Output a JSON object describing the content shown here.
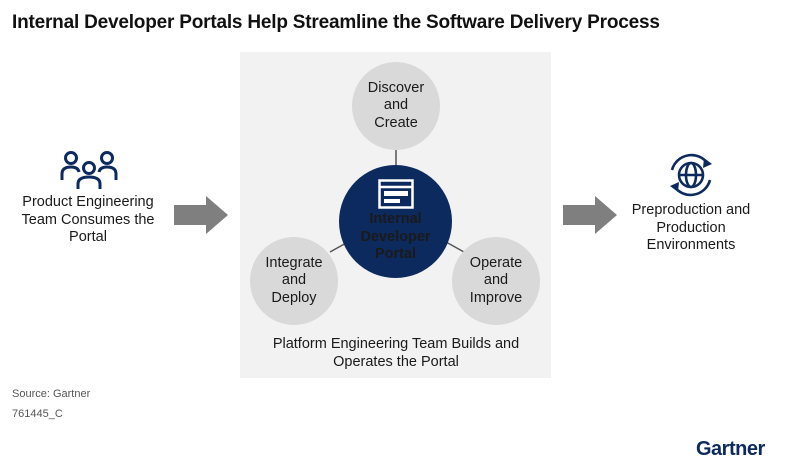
{
  "title": "Internal Developer Portals Help Streamline the Software Delivery Process",
  "consumer": {
    "icon": "people-group-icon",
    "label": "Product Engineering Team Consumes the Portal"
  },
  "destination": {
    "icon": "globe-cycle-icon",
    "label": "Preproduction and Production Environments"
  },
  "portal": {
    "center_icon": "browser-window-icon",
    "center_label": "Internal Developer Portal",
    "nodes": [
      {
        "label": "Discover and Create"
      },
      {
        "label": "Integrate and Deploy"
      },
      {
        "label": "Operate and Improve"
      }
    ],
    "caption": "Platform Engineering Team Builds and Operates the Portal"
  },
  "footer": {
    "source": "Source: Gartner",
    "doc_id": "761445_C",
    "brand": "Gartner"
  },
  "colors": {
    "navy": "#0d2a5e",
    "node_gray": "#d9d9d9",
    "panel_gray": "#f2f2f2",
    "arrow_gray": "#7f7f7f"
  }
}
